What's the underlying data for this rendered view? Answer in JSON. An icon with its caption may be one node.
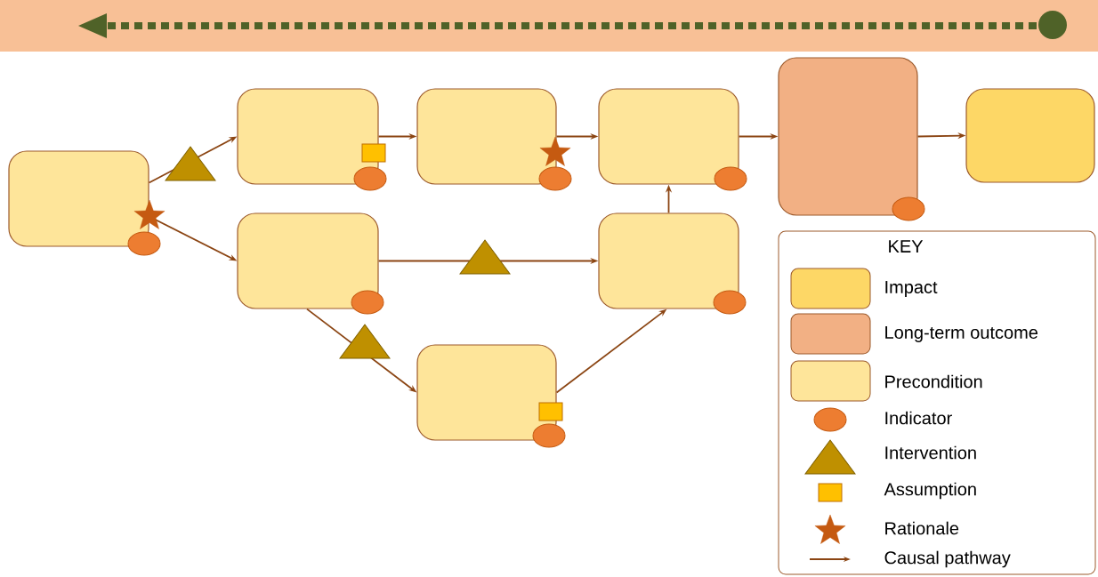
{
  "diagram": {
    "nodes": [
      {
        "text": [],
        "shape": "box"
      },
      {
        "text": [],
        "shape": "box"
      },
      {
        "text": [],
        "shape": "box"
      },
      {
        "text": [],
        "shape": "box"
      },
      {
        "text": [],
        "shape": "box"
      },
      {
        "text": [],
        "shape": "box"
      },
      {
        "text": [],
        "shape": "box"
      },
      {
        "text": [],
        "shape": "box"
      },
      {
        "text": [],
        "shape": "box"
      }
    ],
    "edges": [
      {
        "from": 0,
        "to": 1,
        "arrow": "to"
      },
      {
        "from": 0,
        "to": 6,
        "arrow": "to"
      },
      {
        "from": 1,
        "to": 2,
        "arrow": "to"
      },
      {
        "from": 2,
        "to": 3,
        "arrow": "to"
      },
      {
        "from": 3,
        "to": 4,
        "arrow": "to"
      },
      {
        "from": 4,
        "to": 5,
        "arrow": "to"
      },
      {
        "from": 6,
        "to": 7,
        "arrow": "to"
      },
      {
        "from": 6,
        "to": 8,
        "arrow": "to"
      },
      {
        "from": 8,
        "to": 7,
        "arrow": "to"
      },
      {
        "from": 7,
        "to": 3,
        "arrow": "to"
      }
    ],
    "labels": [
      "KEY"
    ],
    "legend": [
      {
        "text": "Impact",
        "color": "#fdd766"
      },
      {
        "text": "Long-term outcome",
        "color": "#f2b084"
      },
      {
        "text": "Precondition",
        "color": "#fee59a"
      },
      {
        "text": "Indicator"
      },
      {
        "text": "Intervention"
      },
      {
        "text": "Assumption"
      },
      {
        "text": "Rationale"
      },
      {
        "text": "Causal pathway"
      }
    ]
  }
}
